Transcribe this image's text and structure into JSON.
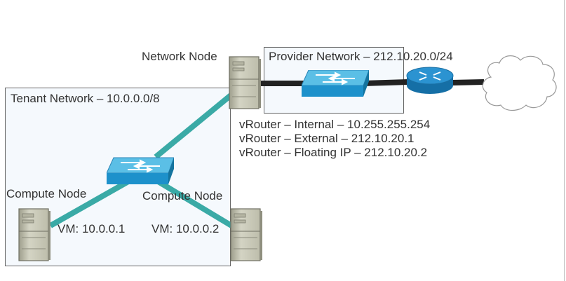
{
  "diagram": {
    "network_node_label": "Network Node",
    "provider_network_label": "Provider Network – 212.10.20.0/24",
    "tenant_network_label": "Tenant Network – 10.0.0.0/8",
    "vrouter_internal": "vRouter – Internal – 10.255.255.254",
    "vrouter_external": "vRouter – External – 212.10.20.1",
    "vrouter_floating": "vRouter – Floating IP – 212.10.20.2",
    "compute_node_1_label": "Compute Node",
    "compute_node_2_label": "Compute Node",
    "vm1_label": "VM: 10.0.0.1",
    "vm2_label": "VM: 10.0.0.2"
  },
  "colors": {
    "tenant_link": "#3aaaa6",
    "provider_link": "#222222",
    "switch_top": "#58bde3",
    "switch_side": "#1f8fc6",
    "router": "#1e88c8",
    "server_body": "#c9c9b7",
    "box_fill": "#f5f9fd",
    "box_border": "#666666"
  }
}
